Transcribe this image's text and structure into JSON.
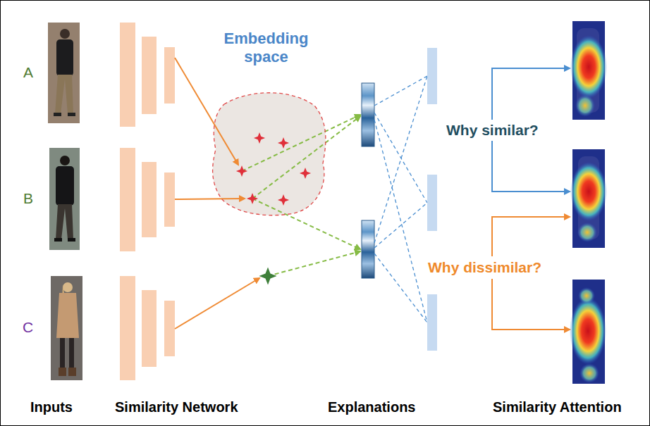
{
  "diagram": {
    "nodes": [
      {
        "text": [
          "Embedding space"
        ]
      }
    ],
    "labels": [
      "A",
      "B",
      "C",
      "Why similar?",
      "Why dissimilar?",
      "Inputs",
      "Similarity Network",
      "Explanations",
      "Similarity Attention"
    ]
  }
}
